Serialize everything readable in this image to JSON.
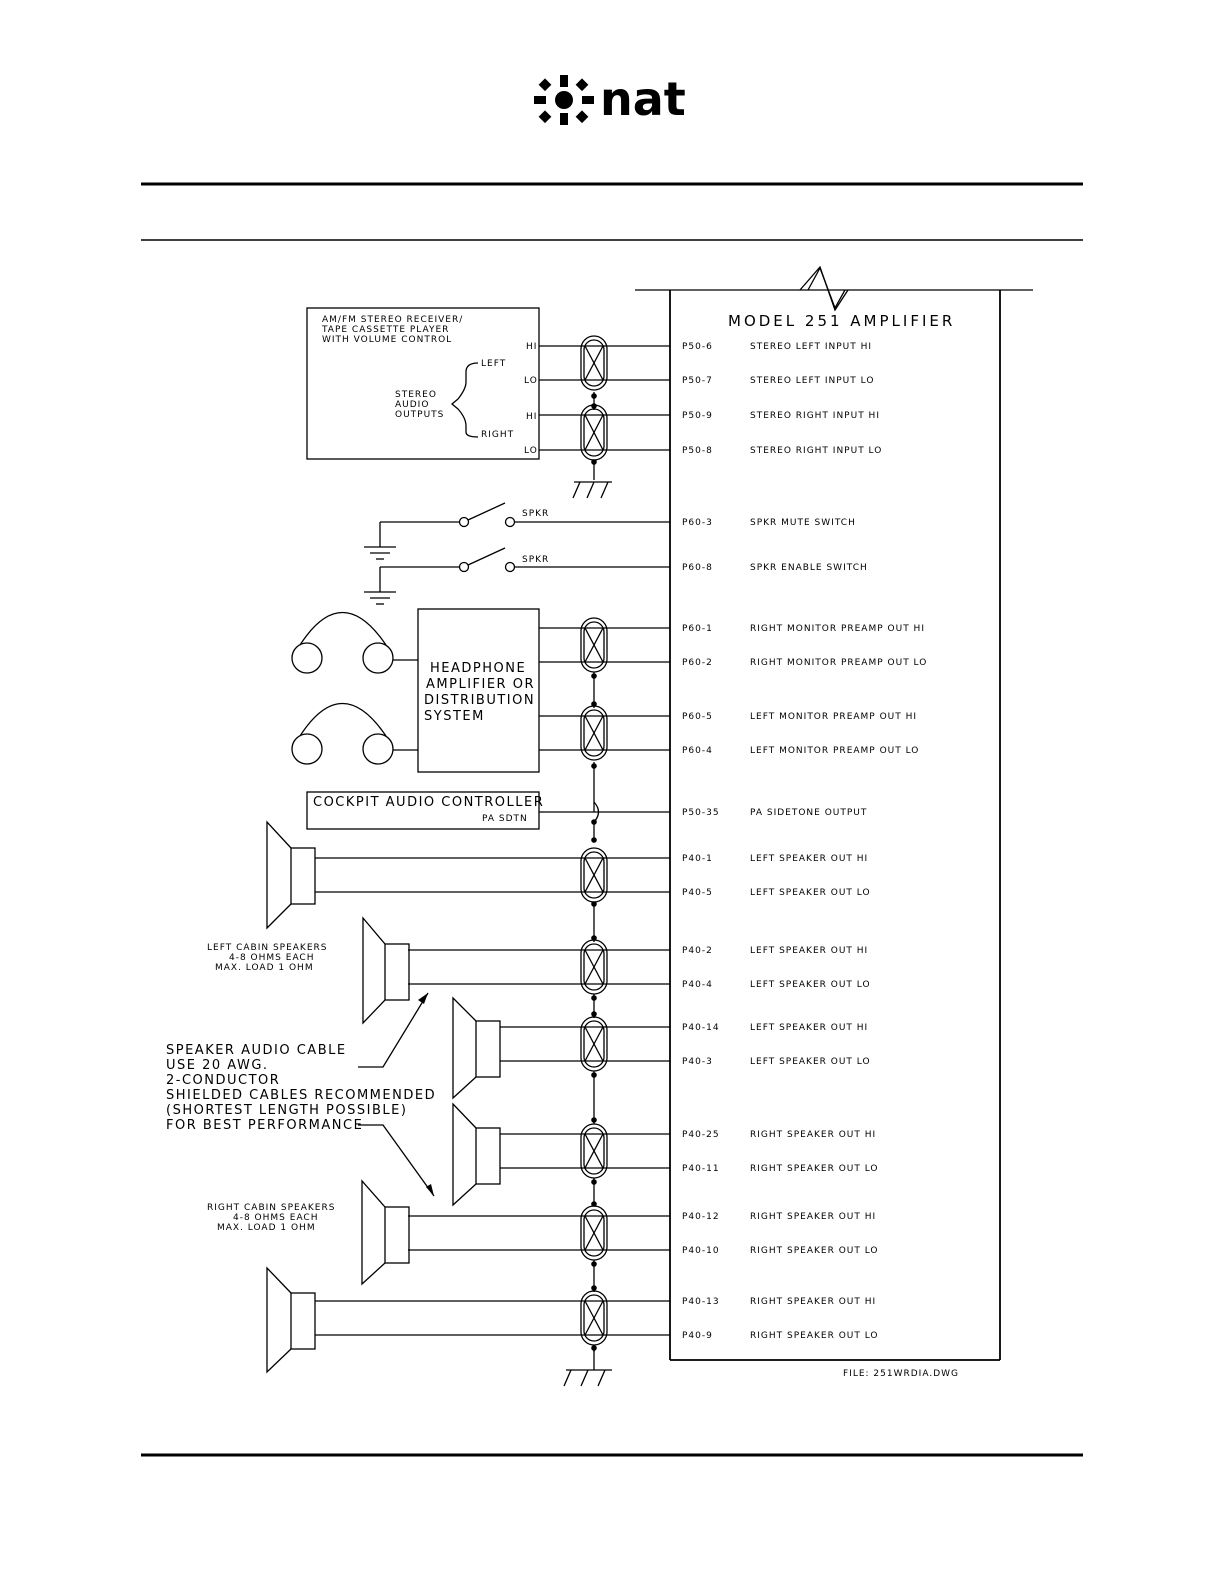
{
  "header": {
    "logo_text": "nat"
  },
  "amplifier": {
    "title": "MODEL 251 AMPLIFIER"
  },
  "receiver": {
    "line1": "AM/FM STEREO RECEIVER/",
    "line2": "TAPE CASSETTE PLAYER",
    "line3": "WITH VOLUME CONTROL",
    "stereo1": "STEREO",
    "stereo2": "AUDIO",
    "stereo3": "OUTPUTS",
    "left": "LEFT",
    "right": "RIGHT",
    "hi": "HI",
    "lo": "LO"
  },
  "switch_label": "SPKR",
  "headphone_amp": {
    "line1": "HEADPHONE",
    "line2": "AMPLIFIER OR",
    "line3": "DISTRIBUTION",
    "line4": "SYSTEM"
  },
  "cockpit": {
    "title": "COCKPIT AUDIO CONTROLLER",
    "sub": "PA SDTN"
  },
  "left_cabin": {
    "line1": "LEFT CABIN SPEAKERS",
    "line2": "4-8 OHMS EACH",
    "line3": "MAX. LOAD 1 OHM"
  },
  "right_cabin": {
    "line1": "RIGHT CABIN SPEAKERS",
    "line2": "4-8 OHMS EACH",
    "line3": "MAX. LOAD 1 OHM"
  },
  "cable_note": {
    "line1": "SPEAKER AUDIO CABLE",
    "line2": "USE 20 AWG.",
    "line3": "2-CONDUCTOR",
    "line4": "SHIELDED CABLES RECOMMENDED",
    "line5": "(SHORTEST LENGTH POSSIBLE)",
    "line6": "FOR BEST PERFORMANCE"
  },
  "pins": [
    {
      "pin": "P50-6",
      "desc": "STEREO LEFT INPUT HI"
    },
    {
      "pin": "P50-7",
      "desc": "STEREO LEFT INPUT LO"
    },
    {
      "pin": "P50-9",
      "desc": "STEREO RIGHT INPUT HI"
    },
    {
      "pin": "P50-8",
      "desc": "STEREO RIGHT INPUT LO"
    },
    {
      "pin": "P60-3",
      "desc": "SPKR MUTE SWITCH"
    },
    {
      "pin": "P60-8",
      "desc": "SPKR ENABLE SWITCH"
    },
    {
      "pin": "P60-1",
      "desc": "RIGHT MONITOR PREAMP OUT HI"
    },
    {
      "pin": "P60-2",
      "desc": "RIGHT MONITOR PREAMP OUT LO"
    },
    {
      "pin": "P60-5",
      "desc": "LEFT MONITOR PREAMP OUT HI"
    },
    {
      "pin": "P60-4",
      "desc": "LEFT MONITOR PREAMP OUT LO"
    },
    {
      "pin": "P50-35",
      "desc": "PA SIDETONE OUTPUT"
    },
    {
      "pin": "P40-1",
      "desc": "LEFT SPEAKER OUT HI"
    },
    {
      "pin": "P40-5",
      "desc": "LEFT SPEAKER OUT LO"
    },
    {
      "pin": "P40-2",
      "desc": "LEFT SPEAKER OUT HI"
    },
    {
      "pin": "P40-4",
      "desc": "LEFT SPEAKER OUT LO"
    },
    {
      "pin": "P40-14",
      "desc": "LEFT SPEAKER OUT HI"
    },
    {
      "pin": "P40-3",
      "desc": "LEFT SPEAKER OUT LO"
    },
    {
      "pin": "P40-25",
      "desc": "RIGHT SPEAKER OUT HI"
    },
    {
      "pin": "P40-11",
      "desc": "RIGHT SPEAKER OUT LO"
    },
    {
      "pin": "P40-12",
      "desc": "RIGHT SPEAKER OUT HI"
    },
    {
      "pin": "P40-10",
      "desc": "RIGHT SPEAKER OUT LO"
    },
    {
      "pin": "P40-13",
      "desc": "RIGHT SPEAKER OUT HI"
    },
    {
      "pin": "P40-9",
      "desc": "RIGHT SPEAKER OUT LO"
    }
  ],
  "file_note": "FILE: 251WRDIA.DWG"
}
